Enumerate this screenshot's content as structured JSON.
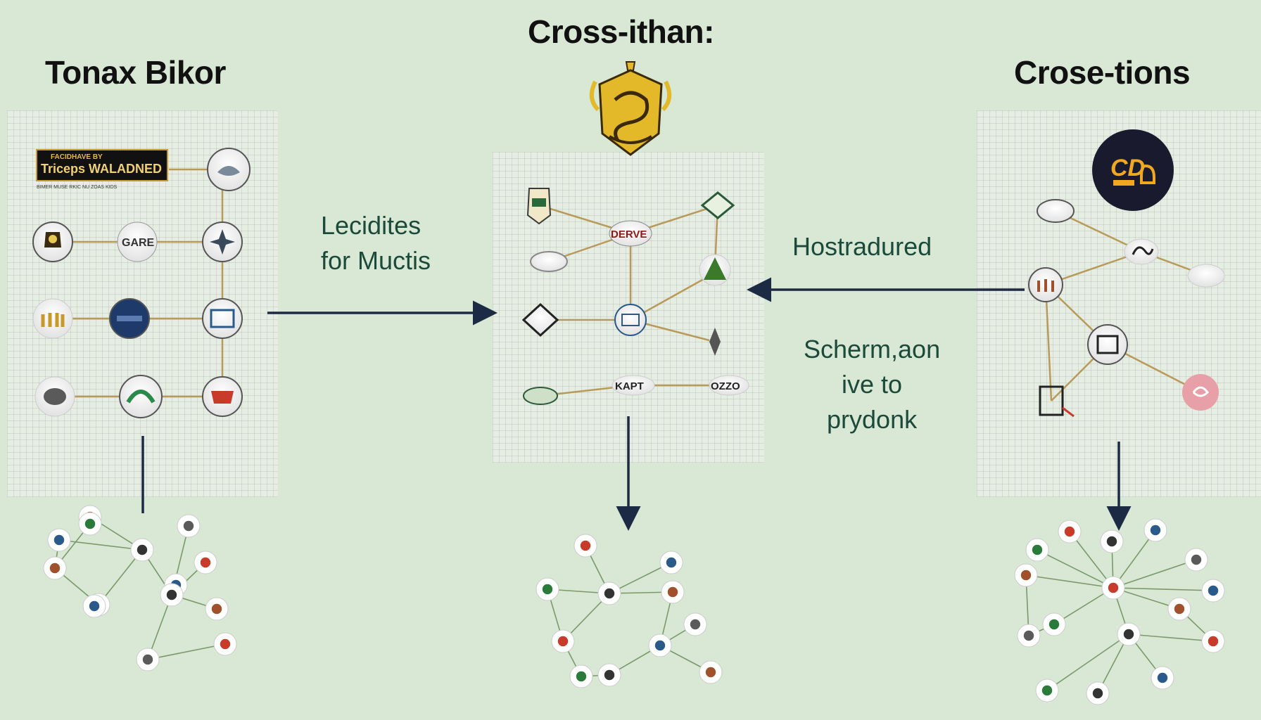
{
  "titles": {
    "left": "Tonax Bikor",
    "center": "Cross-ithan:",
    "right": "Crose-tions"
  },
  "labels": {
    "left_arrow": [
      "Lecidites",
      "for Muctis"
    ],
    "right_arrow": "Hostradured",
    "right_middle": [
      "Scherm,aon",
      "ive to",
      "prydonk"
    ]
  },
  "node_text": {
    "banner_main": "Triceps WALADNED",
    "banner_top": "FACIDHAVE BY",
    "banner_caption": "BIMER MUSE RKIC NU ZOAS KIDS",
    "gare": "GARE",
    "derve": "DERVE",
    "kapt": "KAPT",
    "ozzo": "OZZO",
    "cd_logo": "CD"
  },
  "colors": {
    "background": "#d8e8d4",
    "arrow": "#1d2a44",
    "edge_gold": "#b89a5a",
    "label": "#1c4a3a",
    "crest_gold": "#e3b92a",
    "logo_dark": "#1a1a2e",
    "logo_orange": "#f0a820"
  }
}
